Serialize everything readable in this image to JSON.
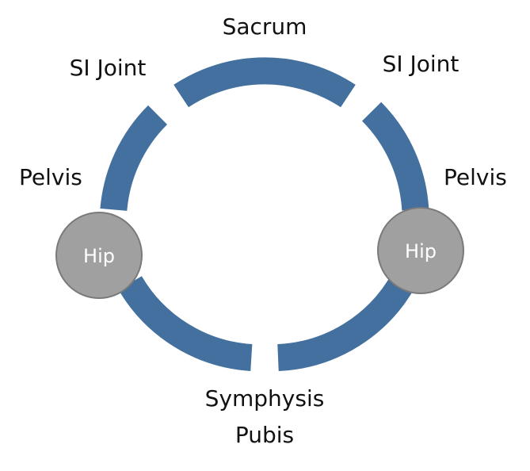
{
  "colors": {
    "ring": "#43709E",
    "hip_fill": "#A0A0A0",
    "hip_stroke": "#7A7A7A",
    "text": "#111111",
    "hip_text": "#FFFFFF"
  },
  "labels": {
    "sacrum": "Sacrum",
    "si_joint_left": "SI Joint",
    "si_joint_right": "SI Joint",
    "pelvis_left": "Pelvis",
    "pelvis_right": "Pelvis",
    "symphysis_line1": "Symphysis",
    "symphysis_line2": "Pubis"
  },
  "hips": {
    "left": "Hip",
    "right": "Hip"
  }
}
